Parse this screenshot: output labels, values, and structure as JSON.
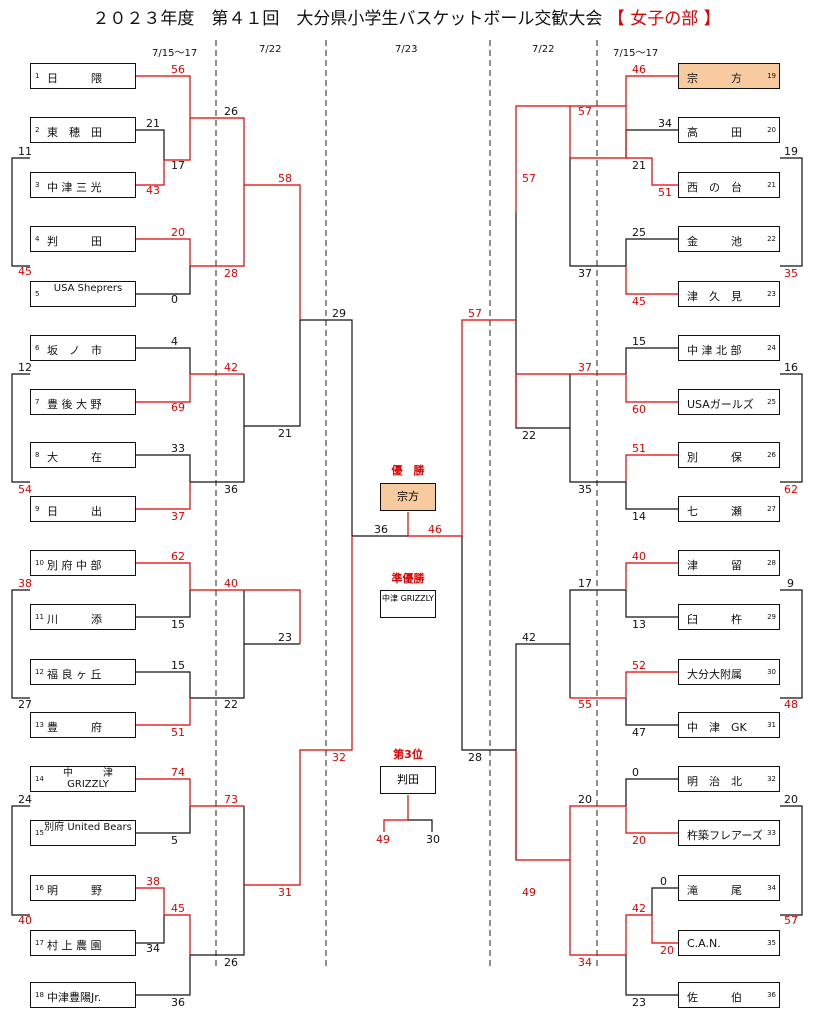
{
  "title": {
    "main": "２０２３年度　第４１回　大分県小学生バスケットボール交歓大会",
    "division": "【 女子の部 】"
  },
  "dates": [
    "7/15～17",
    "7/22",
    "7/23",
    "7/22",
    "7/15～17"
  ],
  "left_teams": [
    {
      "no": "1",
      "name": "日　　　隈"
    },
    {
      "no": "2",
      "name": "東　穂　田"
    },
    {
      "no": "3",
      "name": "中 津 三 光"
    },
    {
      "no": "4",
      "name": "判　　　田"
    },
    {
      "no": "5",
      "name": "USA Sheprers"
    },
    {
      "no": "6",
      "name": "坂　ノ　市"
    },
    {
      "no": "7",
      "name": "豊 後 大 野"
    },
    {
      "no": "8",
      "name": "大　　　在"
    },
    {
      "no": "9",
      "name": "日　　　出"
    },
    {
      "no": "10",
      "name": "別 府 中 部"
    },
    {
      "no": "11",
      "name": "川　　　添"
    },
    {
      "no": "12",
      "name": "福 良 ヶ 丘"
    },
    {
      "no": "13",
      "name": "豊　　　府"
    },
    {
      "no": "14",
      "name": "中　　　津 GRIZZLY"
    },
    {
      "no": "15",
      "name": "別府 United Bears"
    },
    {
      "no": "16",
      "name": "明　　　野"
    },
    {
      "no": "17",
      "name": "村 上 農 園"
    },
    {
      "no": "18",
      "name": "中津豊陽Jr."
    }
  ],
  "right_teams": [
    {
      "no": "19",
      "name": "宗　　　方"
    },
    {
      "no": "20",
      "name": "高　　　田"
    },
    {
      "no": "21",
      "name": "西　の　台"
    },
    {
      "no": "22",
      "name": "金　　　池"
    },
    {
      "no": "23",
      "name": "津　久　見"
    },
    {
      "no": "24",
      "name": "中 津 北 部"
    },
    {
      "no": "25",
      "name": "USAガールズ"
    },
    {
      "no": "26",
      "name": "別　　　保"
    },
    {
      "no": "27",
      "name": "七　　　瀬"
    },
    {
      "no": "28",
      "name": "津　　　留"
    },
    {
      "no": "29",
      "name": "臼　　　杵"
    },
    {
      "no": "30",
      "name": "大分大附属"
    },
    {
      "no": "31",
      "name": "中　津　GK"
    },
    {
      "no": "32",
      "name": "明　治　北"
    },
    {
      "no": "33",
      "name": "杵築フレアーズ"
    },
    {
      "no": "34",
      "name": "滝　　　尾"
    },
    {
      "no": "35",
      "name": "C.A.N."
    },
    {
      "no": "36",
      "name": "佐　　　伯"
    }
  ],
  "scores": {
    "L1": "56",
    "L2": "21",
    "L3": "43",
    "L23": "17",
    "L4": "20",
    "L5": "0",
    "L6": "4",
    "L7": "69",
    "L8": "33",
    "L9": "37",
    "L10": "62",
    "L11": "15",
    "L12": "15",
    "L13": "51",
    "L14": "74",
    "L15": "5",
    "L16": "38",
    "L17": "34",
    "L1617": "45",
    "L18": "36",
    "Lp11": "11",
    "Lp45": "45",
    "Lp12": "12",
    "Lp54": "54",
    "Lp38": "38",
    "Lp27": "27",
    "Lp24": "24",
    "Lp40": "40",
    "L_r2a": "26",
    "L_r2b": "28",
    "L_r2c": "42",
    "L_r2d": "36",
    "L_r2e": "40",
    "L_r2f": "22",
    "L_r2g": "73",
    "L_r2h": "26",
    "L_r3a": "58",
    "L_r3b": "21",
    "L_r3c": "23",
    "L_r3d": "31",
    "L_r4a": "29",
    "L_r4b": "32",
    "R19": "46",
    "R20": "34",
    "R21": "51",
    "R2021": "21",
    "R22": "25",
    "R23": "45",
    "R24": "15",
    "R25": "60",
    "R26": "51",
    "R27": "14",
    "R28": "40",
    "R29": "13",
    "R30": "52",
    "R31": "47",
    "R32": "0",
    "R33": "20",
    "R34": "0",
    "R35": "20",
    "R3435": "42",
    "R36": "23",
    "Rp19": "19",
    "Rp35": "35",
    "Rp16": "16",
    "Rp62": "62",
    "Rp9": "9",
    "Rp48": "48",
    "Rp20": "20",
    "Rp57": "57",
    "R_r2a": "57",
    "R_r2b": "37",
    "R_r2c": "37",
    "R_r2d": "35",
    "R_r2e": "17",
    "R_r2f": "55",
    "R_r2g": "20",
    "R_r2h": "34",
    "R_r3a": "57",
    "R_r3b": "22",
    "R_r3c": "42",
    "R_r3d": "49",
    "R_r4a": "57",
    "R_r4b": "28",
    "F_L": "36",
    "F_R": "46"
  },
  "center": {
    "champion_label": "優　勝",
    "champion": "宗方",
    "runner_label": "準優勝",
    "runner": "中津 GRIZZLY",
    "third_label": "第3位",
    "third": "判田",
    "third_score_a": "49",
    "third_score_b": "30"
  }
}
